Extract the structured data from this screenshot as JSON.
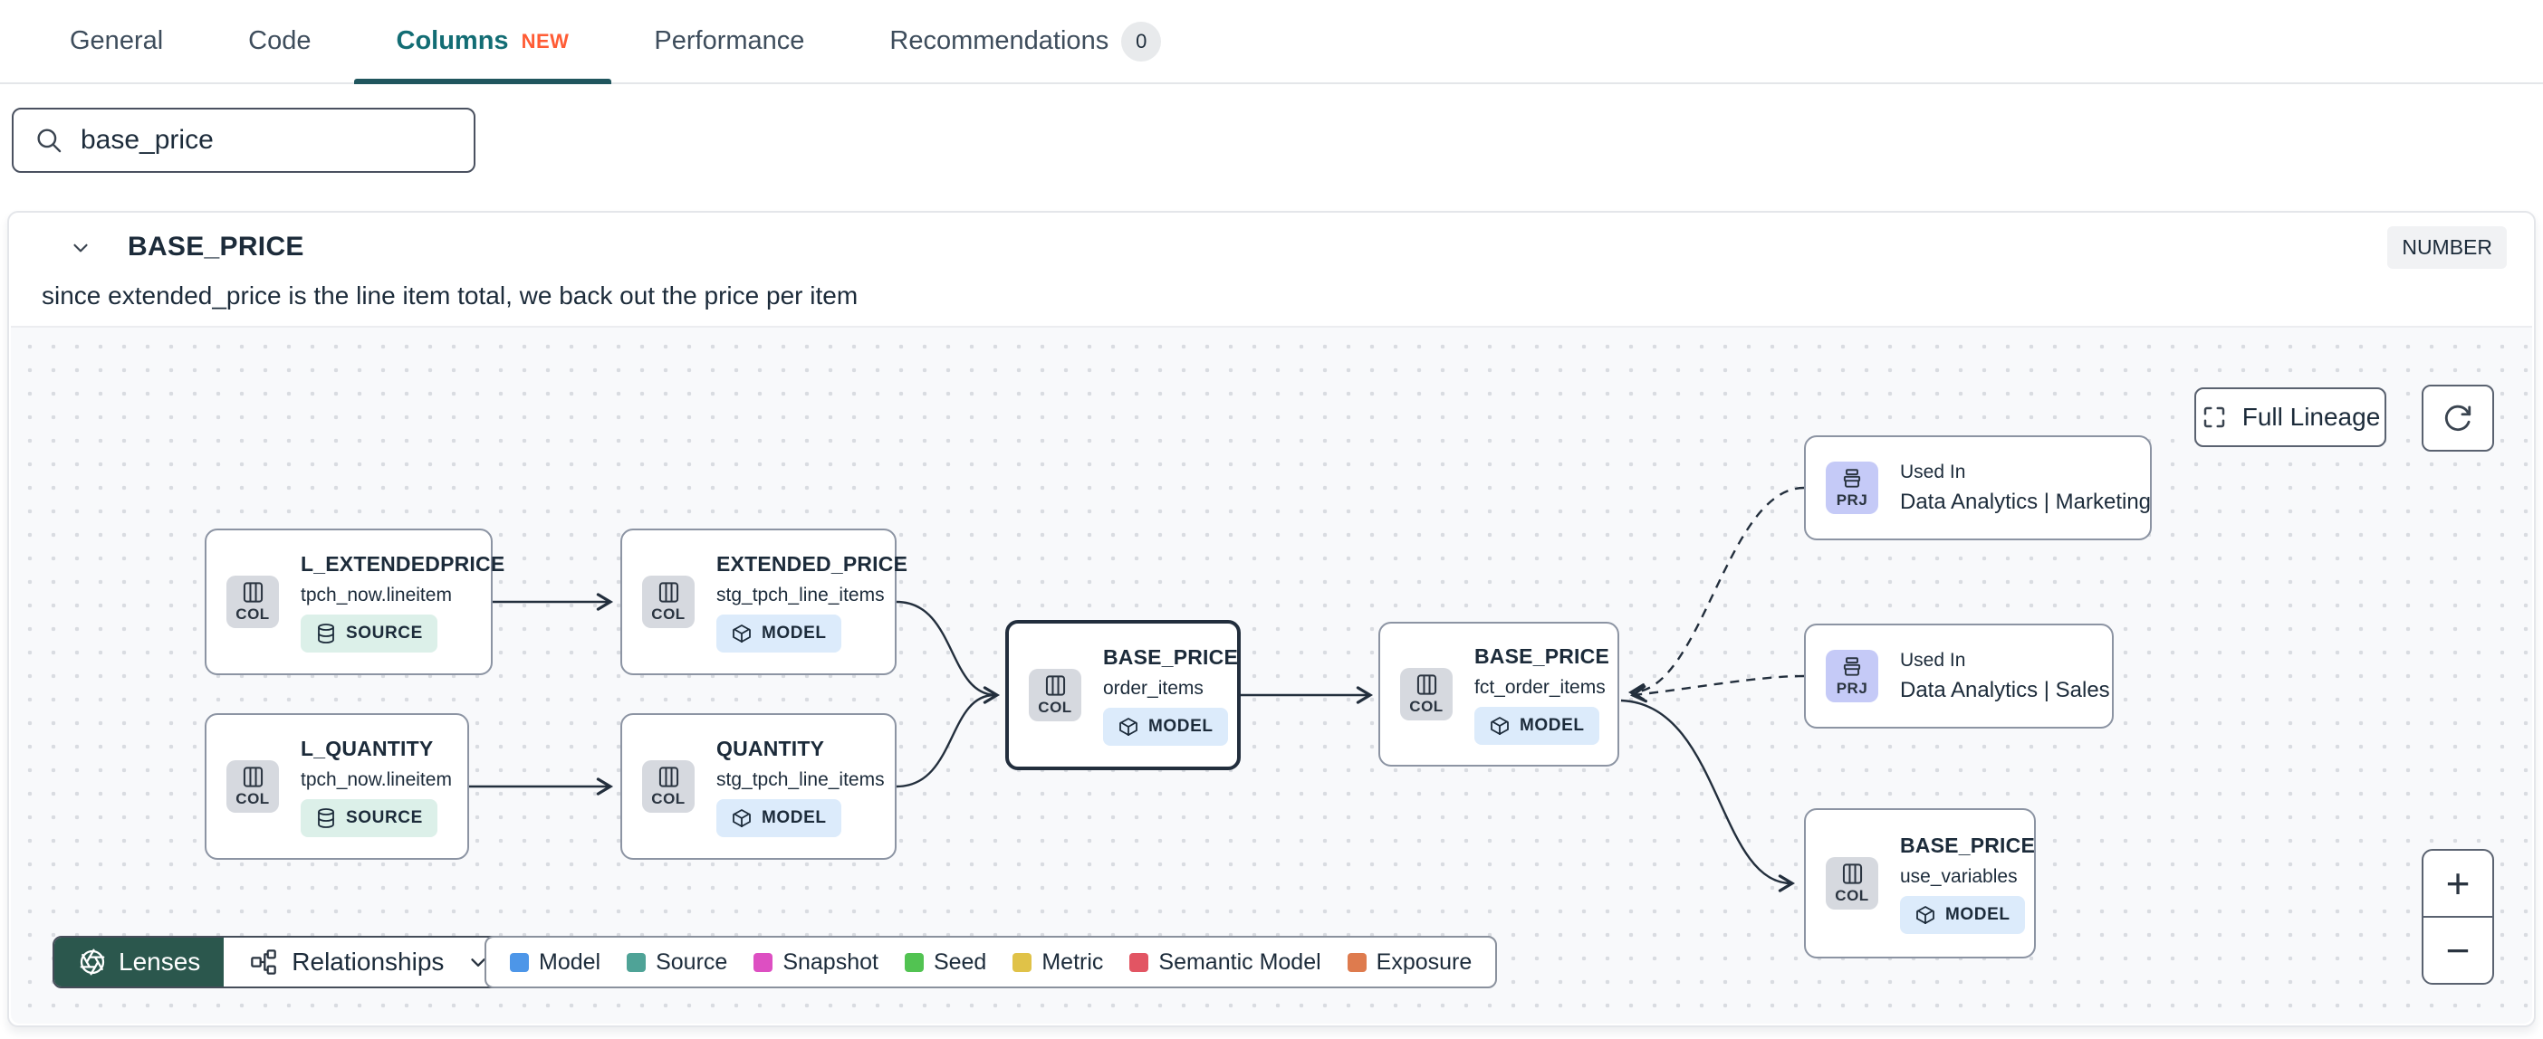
{
  "tabs": {
    "items": [
      {
        "label": "General"
      },
      {
        "label": "Code"
      },
      {
        "label": "Columns",
        "badge": "NEW"
      },
      {
        "label": "Performance"
      },
      {
        "label": "Recommendations",
        "count": "0"
      }
    ]
  },
  "search": {
    "value": "base_price"
  },
  "column": {
    "title": "BASE_PRICE",
    "type_badge": "NUMBER",
    "description": "since extended_price is the line item total, we back out the price per item"
  },
  "lineage": {
    "controls": {
      "full_lineage": "Full Lineage",
      "zoom_in": "+",
      "zoom_out": "−"
    },
    "toolbar": {
      "lenses": "Lenses",
      "relationships": "Relationships"
    },
    "legend": {
      "items": [
        {
          "label": "Model",
          "color": "#4D96E8"
        },
        {
          "label": "Source",
          "color": "#4FA397"
        },
        {
          "label": "Snapshot",
          "color": "#DD4FC2"
        },
        {
          "label": "Seed",
          "color": "#52C352"
        },
        {
          "label": "Metric",
          "color": "#E0C248"
        },
        {
          "label": "Semantic Model",
          "color": "#E25563"
        },
        {
          "label": "Exposure",
          "color": "#DE7B4E"
        }
      ]
    },
    "chip_labels": {
      "column": "COL",
      "project": "PRJ"
    },
    "nodes": [
      {
        "title": "L_EXTENDEDPRICE",
        "subtitle": "tpch_now.lineitem",
        "badge": "SOURCE"
      },
      {
        "title": "EXTENDED_PRICE",
        "subtitle": "stg_tpch_line_items",
        "badge": "MODEL"
      },
      {
        "title": "L_QUANTITY",
        "subtitle": "tpch_now.lineitem",
        "badge": "SOURCE"
      },
      {
        "title": "QUANTITY",
        "subtitle": "stg_tpch_line_items",
        "badge": "MODEL"
      },
      {
        "title": "BASE_PRICE",
        "subtitle": "order_items",
        "badge": "MODEL"
      },
      {
        "title": "BASE_PRICE",
        "subtitle": "fct_order_items",
        "badge": "MODEL"
      },
      {
        "title": "Used In",
        "subtitle": "Data Analytics | Marketing"
      },
      {
        "title": "Used In",
        "subtitle": "Data Analytics | Sales"
      },
      {
        "title": "BASE_PRICE",
        "subtitle": "use_variables",
        "badge": "MODEL"
      }
    ]
  }
}
